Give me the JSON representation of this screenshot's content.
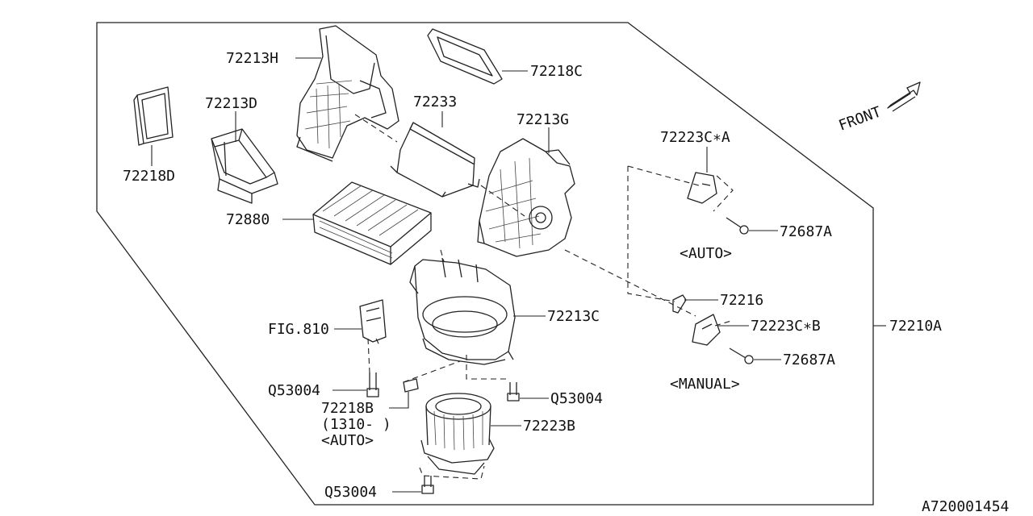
{
  "diagram": {
    "direction_label": "FRONT",
    "drawing_code": "A720001454",
    "labels": {
      "p72213H": "72213H",
      "p72218C": "72218C",
      "p72213D": "72213D",
      "p72233": "72233",
      "p72213G": "72213G",
      "p72218D": "72218D",
      "p72880": "72880",
      "p72223C_A": "72223C∗A",
      "p72687A_top": "72687A",
      "auto_variant": "<AUTO>",
      "p72216": "72216",
      "p72223C_B": "72223C∗B",
      "p72210A": "72210A",
      "p72687A_bottom": "72687A",
      "manual_variant": "<MANUAL>",
      "fig810": "FIG.810",
      "p72213C": "72213C",
      "q53004_left": "Q53004",
      "p72218B": "72218B",
      "p72218B_range": "(1310-  )",
      "p72218B_variant": "<AUTO>",
      "q53004_right": "Q53004",
      "p72223B": "72223B",
      "q53004_bottom": "Q53004"
    }
  }
}
